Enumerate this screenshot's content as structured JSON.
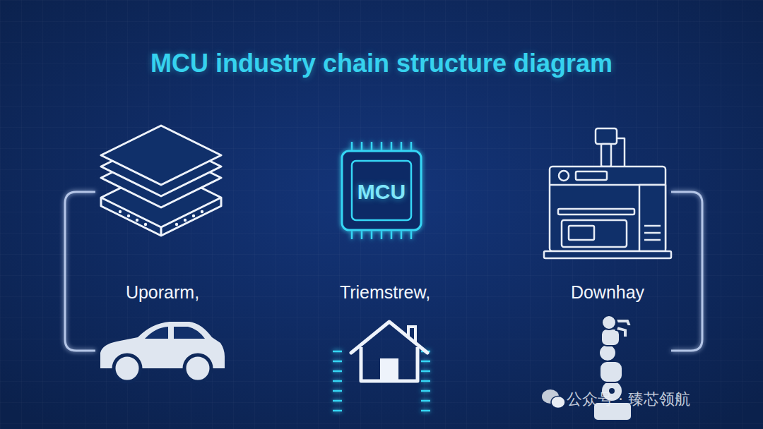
{
  "diagram": {
    "title": "MCU industry chain structure diagram",
    "nodes": [
      {
        "text": [
          "Uporarm,"
        ]
      },
      {
        "text": [
          "MCU",
          "Triemstrew,"
        ]
      },
      {
        "text": [
          "Downhay"
        ]
      }
    ],
    "edges": [
      {
        "from": 0,
        "to": 1,
        "arrow": "none"
      },
      {
        "from": 1,
        "to": 2,
        "arrow": "none"
      }
    ],
    "labels": [
      "公众号 · 臻芯领航"
    ]
  }
}
